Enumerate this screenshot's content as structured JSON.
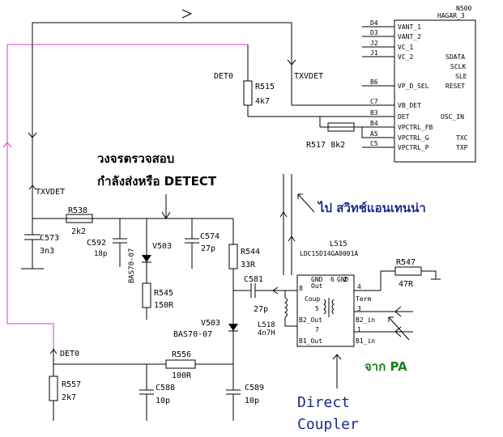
{
  "ic": {
    "ref": "N500",
    "name": "HAGAR_3",
    "left_pins": [
      {
        "num": "D4",
        "label": "VANT_1"
      },
      {
        "num": "D3",
        "label": "VANT_2"
      },
      {
        "num": "J2",
        "label": "VC_1"
      },
      {
        "num": "J1",
        "label": "VC_2"
      },
      {
        "num": "B6",
        "label": "VP_D_SEL"
      },
      {
        "num": "C7",
        "label": "VB_DET"
      },
      {
        "num": "B3",
        "label": "DET"
      },
      {
        "num": "B4",
        "label": "VPCTRL_FB"
      },
      {
        "num": "A5",
        "label": "VPCTRL_G"
      },
      {
        "num": "C5",
        "label": "VPCTRL_P"
      }
    ],
    "right_pins": [
      "SDATA",
      "SCLK",
      "SLE",
      "RESET",
      "OSC_IN",
      "TXC",
      "TXP"
    ]
  },
  "labels": {
    "txvdet": "TXVDET",
    "det0": "DET0"
  },
  "parts": {
    "r515": {
      "ref": "R515",
      "value": "4k7"
    },
    "r517": {
      "label": "R517 8k2"
    },
    "c573": {
      "ref": "C573",
      "value": "3n3"
    },
    "r538": {
      "ref": "R538",
      "value": "2k2"
    },
    "c592": {
      "ref": "C592",
      "value": "18p"
    },
    "v503_top": {
      "ref": "V503",
      "type": "BAS70-07"
    },
    "r545": {
      "ref": "R545",
      "value": "150R"
    },
    "c574": {
      "ref": "C574",
      "value": "27p"
    },
    "r544": {
      "ref": "R544",
      "value": "33R"
    },
    "c581": {
      "ref": "C581",
      "value": "27p"
    },
    "v503_bottom": {
      "ref": "V503",
      "type": "BAS70-07"
    },
    "r557": {
      "ref": "R557",
      "value": "2k7"
    },
    "r556": {
      "ref": "R556",
      "value": "100R"
    },
    "c588": {
      "ref": "C588",
      "value": "10p"
    },
    "c589": {
      "ref": "C589",
      "value": "10p"
    },
    "l518": {
      "ref": "L518",
      "value": "4n7H"
    },
    "l515": {
      "ref": "L515",
      "part": "LDC15D14GA0001A"
    },
    "r547": {
      "ref": "R547",
      "value": "47R"
    }
  },
  "coupler": {
    "gnd": "GND",
    "out": "Out",
    "coup": "Coup",
    "term": "Term",
    "b2_out": "B2_Out",
    "b1_out": "B1_Out",
    "b2_in": "B2_in",
    "b1_in": "B1_in",
    "pins": {
      "1": "1",
      "2": "2",
      "3": "3",
      "4": "4",
      "5": "5",
      "6": "6",
      "7": "7",
      "8": "8"
    }
  },
  "annotations": {
    "detect_title_1": "วงจรตรวจสอบ",
    "detect_title_2": "กำลังส่งหรือ DETECT",
    "to_switch": "ไป สวิทช์แอนเทนน่า",
    "from_pa": "จาก PA",
    "direct": "Direct",
    "coupler": "Coupler"
  }
}
